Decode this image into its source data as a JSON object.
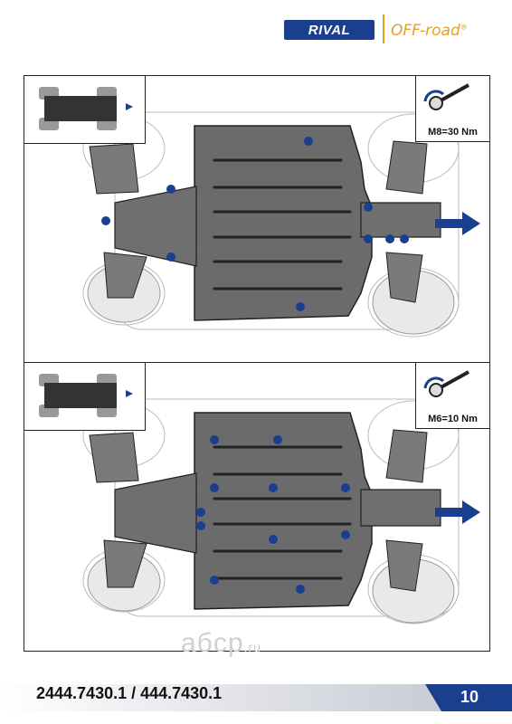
{
  "header": {
    "brand_primary": "RIVAL",
    "brand_secondary": "OFF-road",
    "registered_mark": "®"
  },
  "panels": [
    {
      "torque_label": "M8=30 Nm",
      "icon": "torque-wrench-icon"
    },
    {
      "torque_label": "M6=10 Nm",
      "icon": "torque-wrench-icon"
    }
  ],
  "watermark": {
    "text": "aбcp",
    "suffix": ".ru"
  },
  "footer": {
    "part_number": "2444.7430.1 / 444.7430.1",
    "page_number": "10"
  },
  "colors": {
    "brand_blue": "#1b3f8f",
    "brand_orange": "#e6a01e",
    "plate_grey": "#6b6b6b",
    "arrow_blue": "#1b3f8f"
  }
}
